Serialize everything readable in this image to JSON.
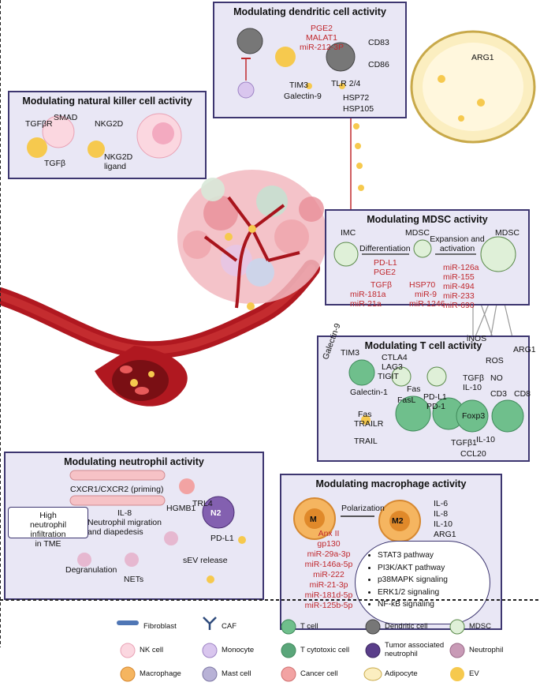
{
  "panels": {
    "dc": {
      "title": "Modulating dendritic cell activity",
      "red": [
        "PGE2",
        "MALAT1",
        "miR-212-3P"
      ],
      "labels": {
        "cd83": "CD83",
        "cd86": "CD86",
        "tim3": "TIM3",
        "galectin9": "Galectin-9",
        "tlr": "TLR 2/4",
        "hsp72": "HSP72",
        "hsp105": "HSP105"
      }
    },
    "arg1": "ARG1",
    "nk": {
      "title": "Modulating natural killer cell activity",
      "labels": {
        "tgfbr": "TGFβR",
        "smad": "SMAD",
        "tgfb": "TGFβ",
        "nkg2d": "NKG2D",
        "ligand1": "NKG2D",
        "ligand2": "ligand"
      }
    },
    "mdsc": {
      "title": "Modulating MDSC activity",
      "labels": {
        "imc": "IMC",
        "mdsc1": "MDSC",
        "mdsc2": "MDSC",
        "diff": "Differentiation",
        "exp1": "Expansion and",
        "exp2": "activation"
      },
      "red_left": [
        "PD-L1",
        "PGE2",
        "TGFβ",
        "miR-181a",
        "miR-21a"
      ],
      "red_mid": [
        "HSP70",
        "miR-9",
        "miR-1246"
      ],
      "red_right": [
        "miR-126a",
        "miR-155",
        "miR-494",
        "miR-233",
        "miR-690"
      ]
    },
    "tcell": {
      "title": "Modulating T cell activity",
      "labels": {
        "galectin9": "Galectin-9",
        "tim3": "TIM3",
        "ctla4": "CTLA4",
        "lag3": "LAG3",
        "tigit": "TIGIT",
        "galectin1": "Galectin-1",
        "fas": "Fas",
        "fasl": "FasL",
        "pdl1": "PD-L1",
        "pd1": "PD-1",
        "tgfb": "TGFβ",
        "il10": "IL-10",
        "inos": "iNOS",
        "arg1": "ARG1",
        "ros": "ROS",
        "no": "NO",
        "cd3": "CD3",
        "cd8": "CD8",
        "fas2": "Fas",
        "trailr": "TRAILR",
        "trail": "TRAIL",
        "foxp3": "Foxp3",
        "tgfb1": "TGFβ1",
        "il10b": "IL-10",
        "ccl20": "CCL20"
      }
    },
    "neut": {
      "title": "Modulating neutrophil activity",
      "labels": {
        "cxcr": "CXCR1/CXCR2 (priming)",
        "il8": "IL-8",
        "mig1": "Neutrophil migration",
        "mig2": "and diapedesis",
        "degran": "Degranulation",
        "nets": "NETs",
        "hgmb1": "HGMB1",
        "trl4": "TRL4",
        "n2": "N2",
        "pdl1": "PD-L1",
        "sev": "sEV release"
      },
      "note": [
        "High",
        "neutrophil",
        "infiltration",
        "in TME"
      ]
    },
    "mac": {
      "title": "Modulating macrophage activity",
      "labels": {
        "m": "M",
        "m2": "M2",
        "polar": "Polarization"
      },
      "outputs": [
        "IL-6",
        "IL-8",
        "IL-10",
        "ARG1"
      ],
      "red": [
        "Anx II",
        "gp130",
        "miR-29a-3p",
        "miR-146a-5p",
        "miR-222",
        "miR-21-3p",
        "miR-181d-5p",
        "miR-125b-5p"
      ],
      "pathways": [
        "STAT3 pathway",
        "PI3K/AKT pathway",
        "p38MAPK signaling",
        "ERK1/2 signaling",
        "NF-kB signaling"
      ]
    }
  },
  "legend": [
    "Fibroblast",
    "CAF",
    "T cell",
    "Dendritic cell",
    "MDSC",
    "NK cell",
    "Monocyte",
    "T cytotoxic cell",
    "Tumor associated",
    "neutrophil",
    "Neutrophil",
    "Macrophage",
    "Mast cell",
    "Cancer cell",
    "Adipocyte",
    "EV"
  ],
  "colors": {
    "panel_bg": "#e9e7f5",
    "panel_border": "#3d3670",
    "red_text": "#c0282d",
    "ev": "#f6c94e",
    "vessel": "#a8141c",
    "t_cell": "#6fbf8c"
  }
}
